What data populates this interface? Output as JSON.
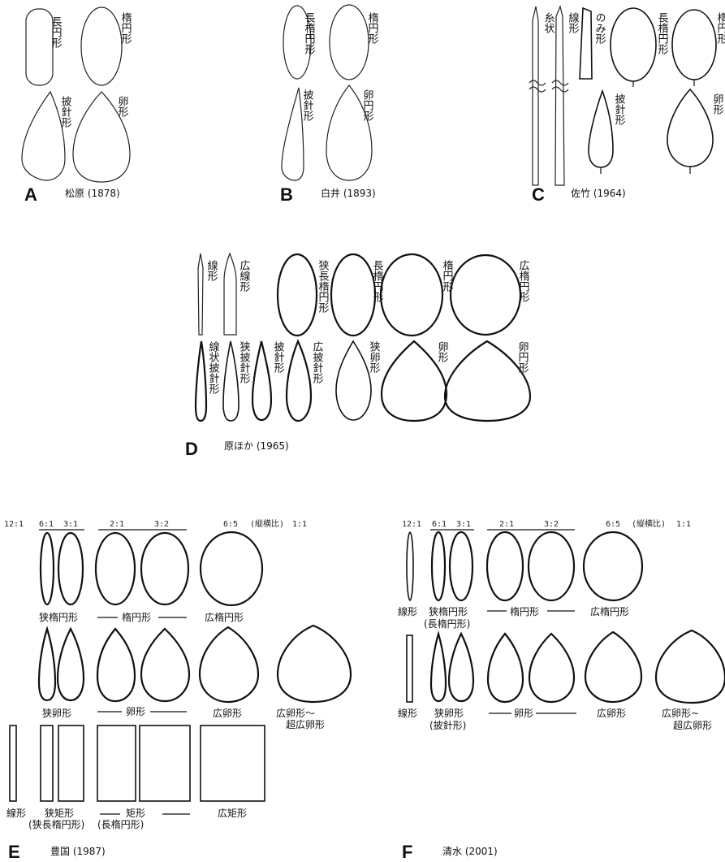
{
  "panels": {
    "A": {
      "letter": "A",
      "caption": "松原 (1878)",
      "shapes": [
        "長円形",
        "楕円形",
        "披針形",
        "卵形"
      ]
    },
    "B": {
      "letter": "B",
      "caption": "白井 (1893)",
      "shapes": [
        "長楕円形",
        "楕円形",
        "披針形",
        "卵円形"
      ]
    },
    "C": {
      "letter": "C",
      "caption": "佐竹 (1964)",
      "shapes": [
        "糸状",
        "線形",
        "のみ形",
        "長楕円形",
        "楕円形",
        "披針形",
        "卵形"
      ]
    },
    "D": {
      "letter": "D",
      "caption": "原ほか (1965)",
      "row1": [
        "線形",
        "広線形",
        "狭長楕円形",
        "長楕円形",
        "楕円形",
        "広楕円形"
      ],
      "row2": [
        "線状披針形",
        "狭披針形",
        "披針形",
        "広披針形",
        "狭卵形",
        "卵形",
        "卵円形"
      ]
    },
    "E": {
      "letter": "E",
      "caption": "豊国 (1987)",
      "ratios": [
        "12:1",
        "6:1",
        "3:1",
        "2:1",
        "3:2",
        "6:5",
        "(縦横比)",
        "1:1"
      ],
      "ellipse_labels": [
        "狭楕円形",
        "楕円形",
        "広楕円形"
      ],
      "ovate_labels": [
        "狭卵形",
        "卵形",
        "広卵形",
        "広卵形～",
        "超広卵形"
      ],
      "rect_labels": [
        "線形",
        "狭矩形",
        "(狭長楕円形)",
        "矩形",
        "(長楕円形)",
        "広矩形"
      ]
    },
    "F": {
      "letter": "F",
      "caption": "清水 (2001)",
      "ratios": [
        "12:1",
        "6:1",
        "3:1",
        "2:1",
        "3:2",
        "6:5",
        "(縦横比)",
        "1:1"
      ],
      "ellipse_labels": [
        "線形",
        "狭楕円形",
        "(長楕円形)",
        "楕円形",
        "広楕円形"
      ],
      "ovate_labels": [
        "線形",
        "狭卵形",
        "(披針形)",
        "卵形",
        "広卵形",
        "広卵形~",
        "超広卵形"
      ]
    }
  }
}
